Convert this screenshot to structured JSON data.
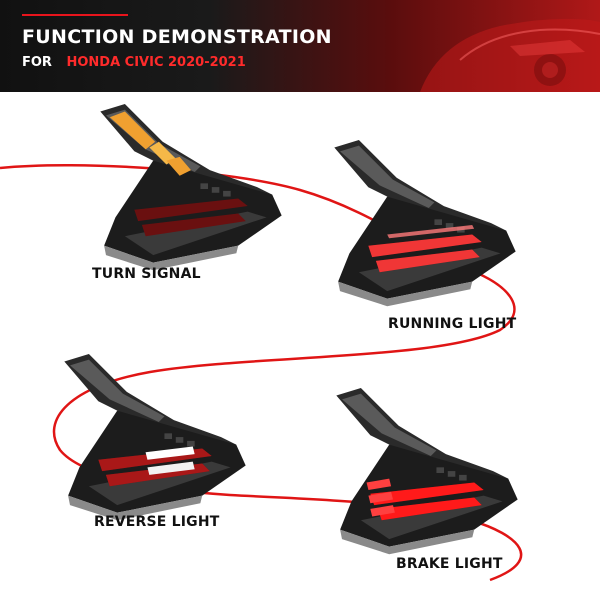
{
  "header": {
    "title": "FUNCTION DEMONSTRATION",
    "prefix": "FOR",
    "model": "HONDA CIVIC 2020-2021"
  },
  "functions": [
    {
      "label": "TURN SIGNAL",
      "active_color": "#f0a030"
    },
    {
      "label": "RUNNING LIGHT",
      "active_color": "#ff3b3b"
    },
    {
      "label": "REVERSE LIGHT",
      "active_color": "#ffffff"
    },
    {
      "label": "BRAKE LIGHT",
      "active_color": "#ff1a1a"
    }
  ],
  "colors": {
    "accent_red": "#e8141c",
    "route_line": "#e01515",
    "banner_dark": "#111111"
  },
  "icons": [
    "car-silhouette-icon",
    "tail-light-icon"
  ]
}
